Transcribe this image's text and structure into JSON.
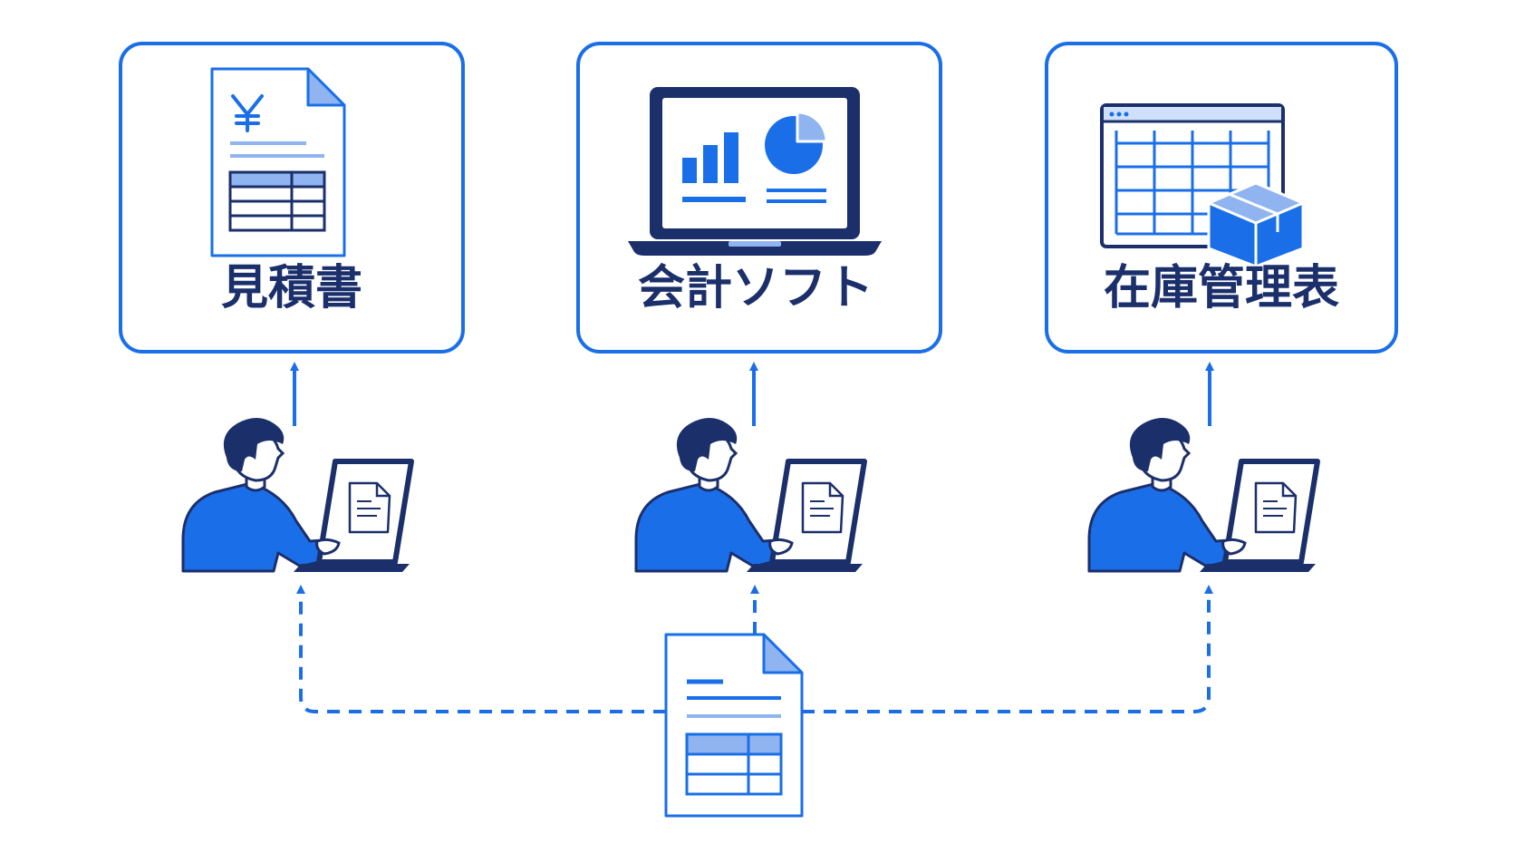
{
  "colors": {
    "primary": "#1a6fe8",
    "navy": "#1b2f6b",
    "light": "#8fb4f0",
    "pale": "#cfe0fb",
    "white": "#ffffff"
  },
  "boxes": [
    {
      "id": "quote",
      "label": "見積書",
      "icon": "yen-document-icon"
    },
    {
      "id": "accounting",
      "label": "会計ソフト",
      "icon": "laptop-chart-icon"
    },
    {
      "id": "inventory",
      "label": "在庫管理表",
      "icon": "spreadsheet-box-icon"
    }
  ],
  "workers": [
    {
      "id": "worker-1",
      "icon": "person-at-laptop-icon"
    },
    {
      "id": "worker-2",
      "icon": "person-at-laptop-icon"
    },
    {
      "id": "worker-3",
      "icon": "person-at-laptop-icon"
    }
  ],
  "source": {
    "icon": "source-document-icon"
  }
}
